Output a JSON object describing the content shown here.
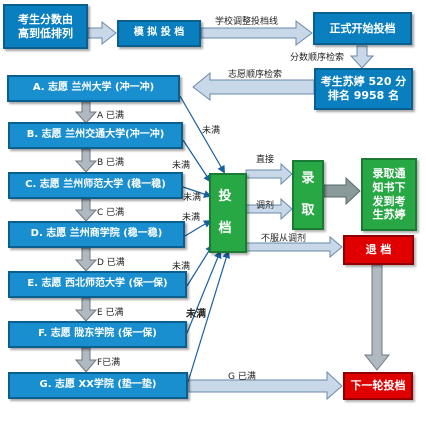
{
  "boxes": {
    "ranking": "考生分数由\n高到低排列",
    "simulate": "模 拟 投 档",
    "start": "正式开始投档",
    "student": "考生苏婷 520 分\n排名 9958 名",
    "tou_dang": "投\n\n档",
    "lu_qu": "录\n\n取",
    "admit": "录取通\n知书下\n发到考\n生苏婷",
    "reject": "退 档",
    "next_round": "下一轮投档"
  },
  "choices": [
    {
      "label": "A. 志愿  兰州大学     (冲一冲)"
    },
    {
      "label": "B. 志愿  兰州交通大学(冲一冲)"
    },
    {
      "label": "C. 志愿  兰州师范大学 (稳一稳)"
    },
    {
      "label": "D. 志愿  兰州商学院   (稳一稳)"
    },
    {
      "label": "E. 志愿  西北师范大学 (保一保)"
    },
    {
      "label": "F. 志愿  陇东学院       (保一保)"
    },
    {
      "label": "G. 志愿  XX学院       (垫一垫)"
    }
  ],
  "labels": {
    "school_adjust": "学校调整投档线",
    "score_search": "分数顺序检索",
    "choice_search": "志愿顺序检索",
    "a_full": "A 已满",
    "b_full": "B 已满",
    "c_full": "C 已满",
    "d_full": "D 已满",
    "e_full": "E 已满",
    "f_full": "F已满",
    "g_full": "G 已满",
    "not_full_1": "未满",
    "not_full_2": "未满",
    "not_full_3": "未满",
    "not_full_4": "未满",
    "not_full_5": "未满",
    "not_full_6": "未满",
    "direct": "直接",
    "adjust": "调剂",
    "no_adjust": "不服从调剂"
  }
}
